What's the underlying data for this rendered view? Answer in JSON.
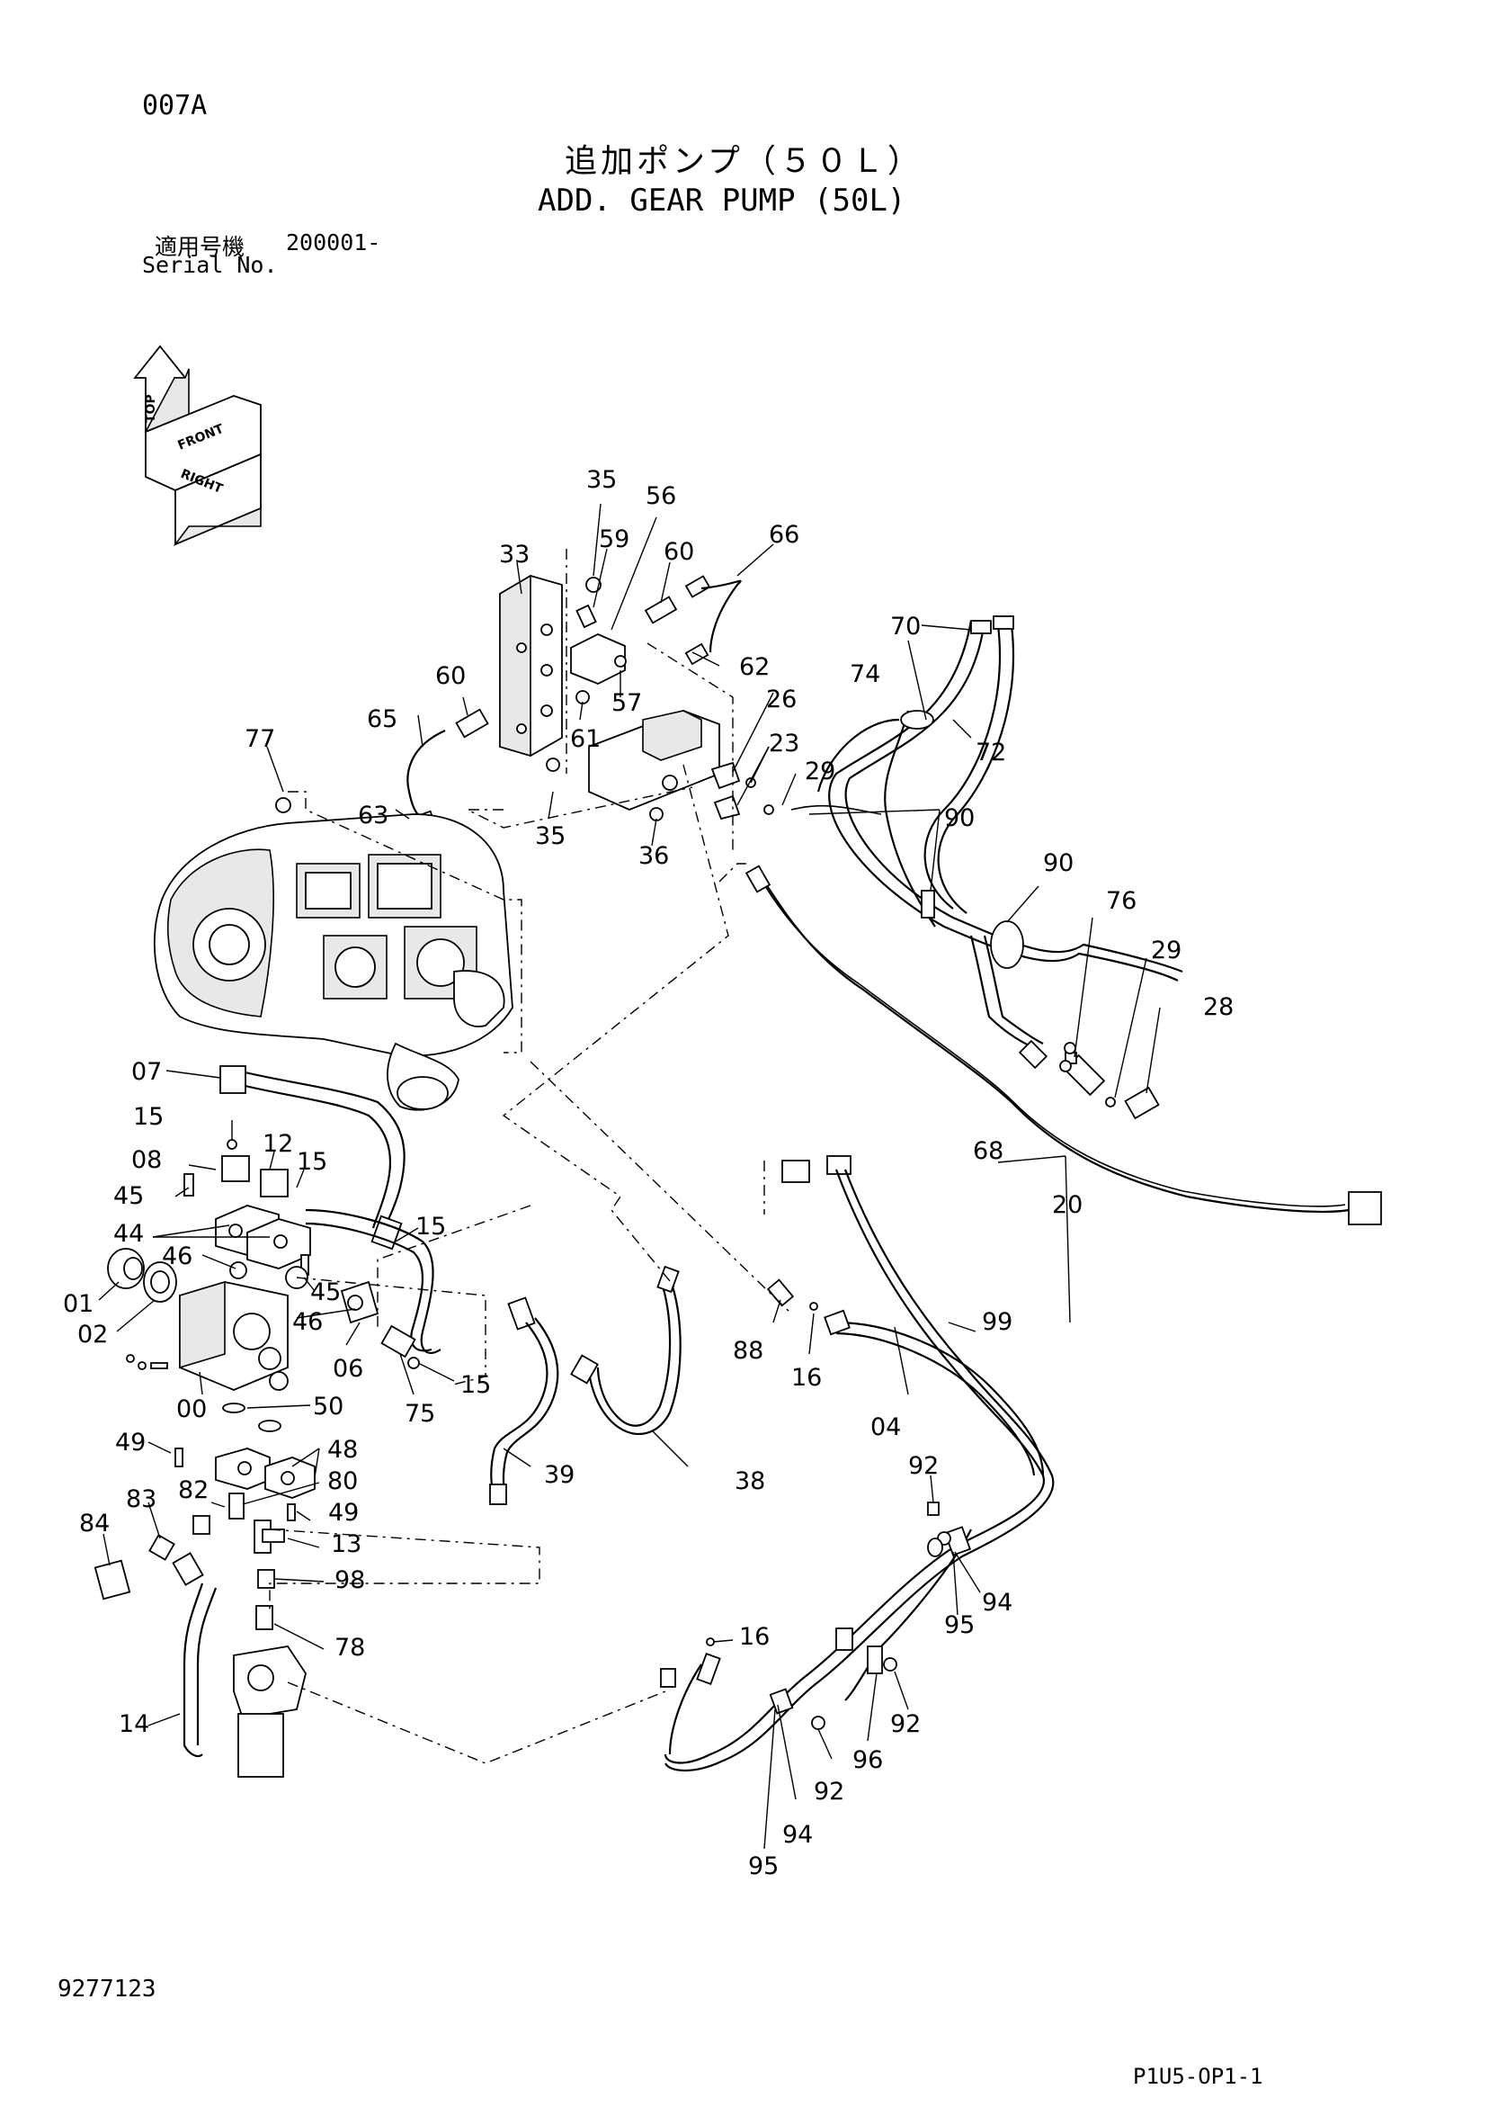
{
  "header": {
    "page_id": "007A",
    "title_jp": "追加ポンプ（５０Ｌ）",
    "title_en": "ADD. GEAR PUMP (50L)",
    "serial_label_jp": "適用号機",
    "serial_range": "200001-",
    "serial_label_en": "Serial No."
  },
  "orientation": {
    "top": "TOP",
    "front": "FRONT",
    "right": "RIGHT"
  },
  "callouts": {
    "c35a": "35",
    "c56": "56",
    "c59": "59",
    "c60a": "60",
    "c66": "66",
    "c33": "33",
    "c62": "62",
    "c60b": "60",
    "c57": "57",
    "c65": "65",
    "c61": "61",
    "c26": "26",
    "c23": "23",
    "c29a": "29",
    "c77": "77",
    "c63": "63",
    "c35b": "35",
    "c36": "36",
    "c70": "70",
    "c74": "74",
    "c72": "72",
    "c90a": "90",
    "c90b": "90",
    "c76": "76",
    "c29b": "29",
    "c28": "28",
    "c07": "07",
    "c15a": "15",
    "c12": "12",
    "c15b": "15",
    "c08": "08",
    "c45a": "45",
    "c44": "44",
    "c15c": "15",
    "c46a": "46",
    "c01": "01",
    "c02": "02",
    "c45b": "45",
    "c46b": "46",
    "c06": "06",
    "c15d": "15",
    "c00": "00",
    "c50": "50",
    "c75": "75",
    "c68": "68",
    "c20": "20",
    "c99": "99",
    "c88": "88",
    "c16a": "16",
    "c04": "04",
    "c39": "39",
    "c38": "38",
    "c49a": "49",
    "c48": "48",
    "c80": "80",
    "c82": "82",
    "c83": "83",
    "c84": "84",
    "c49b": "49",
    "c13": "13",
    "c98": "98",
    "c78": "78",
    "c14": "14",
    "c92a": "92",
    "c94a": "94",
    "c95a": "95",
    "c16b": "16",
    "c92b": "92",
    "c96": "96",
    "c92c": "92",
    "c94b": "94",
    "c95b": "95"
  },
  "footer": {
    "doc_number": "9277123",
    "page_ref": "P1U5-OP1-1"
  }
}
